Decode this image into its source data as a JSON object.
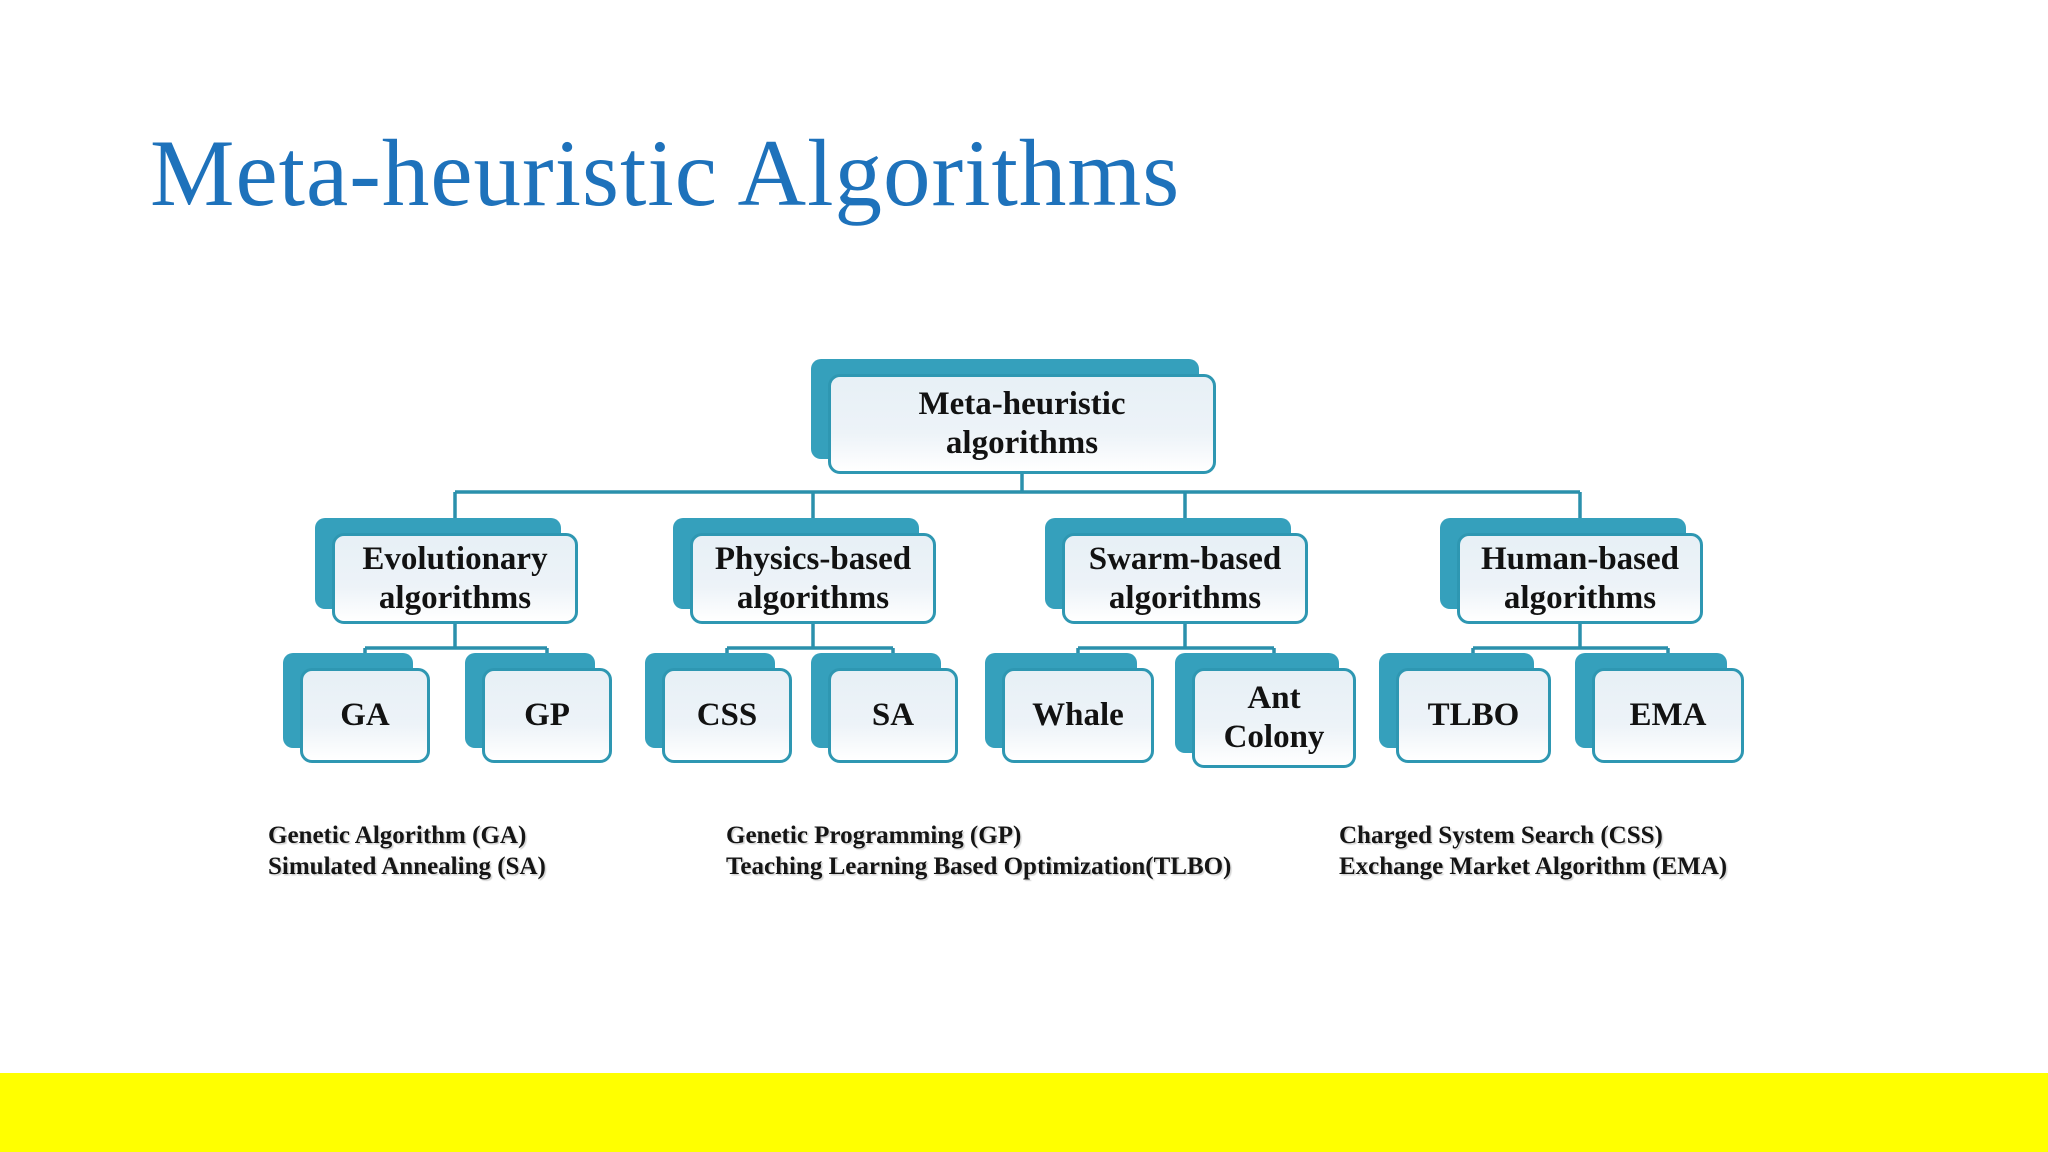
{
  "slide": {
    "title": "Meta-heuristic Algorithms",
    "title_color": "#1e72bb",
    "footer_bar_color": "#ffff00",
    "background_color": "#ffffff"
  },
  "diagram": {
    "type": "tree",
    "colors": {
      "shadow_box_fill": "#35a0bc",
      "box_border": "#2e97b2",
      "box_fill_top": "#e7f0f6",
      "box_fill_bottom": "#ffffff",
      "connector": "#2b90ac",
      "node_text": "#121212"
    },
    "root": {
      "label": "Meta-heuristic algorithms"
    },
    "branches": [
      {
        "label": "Evolutionary algorithms",
        "children": [
          "GA",
          "GP"
        ]
      },
      {
        "label": "Physics-based algorithms",
        "children": [
          "CSS",
          "SA"
        ]
      },
      {
        "label": "Swarm-based algorithms",
        "children": [
          "Whale",
          "Ant Colony"
        ]
      },
      {
        "label": "Human-based algorithms",
        "children": [
          "TLBO",
          "EMA"
        ]
      }
    ]
  },
  "legend": {
    "columns": [
      {
        "lines": [
          "Genetic Algorithm (GA)",
          "Simulated Annealing (SA)"
        ]
      },
      {
        "lines": [
          "Genetic Programming (GP)",
          "Teaching Learning Based Optimization(TLBO)"
        ]
      },
      {
        "lines": [
          "Charged System Search (CSS)",
          "Exchange Market Algorithm (EMA)"
        ]
      }
    ]
  }
}
